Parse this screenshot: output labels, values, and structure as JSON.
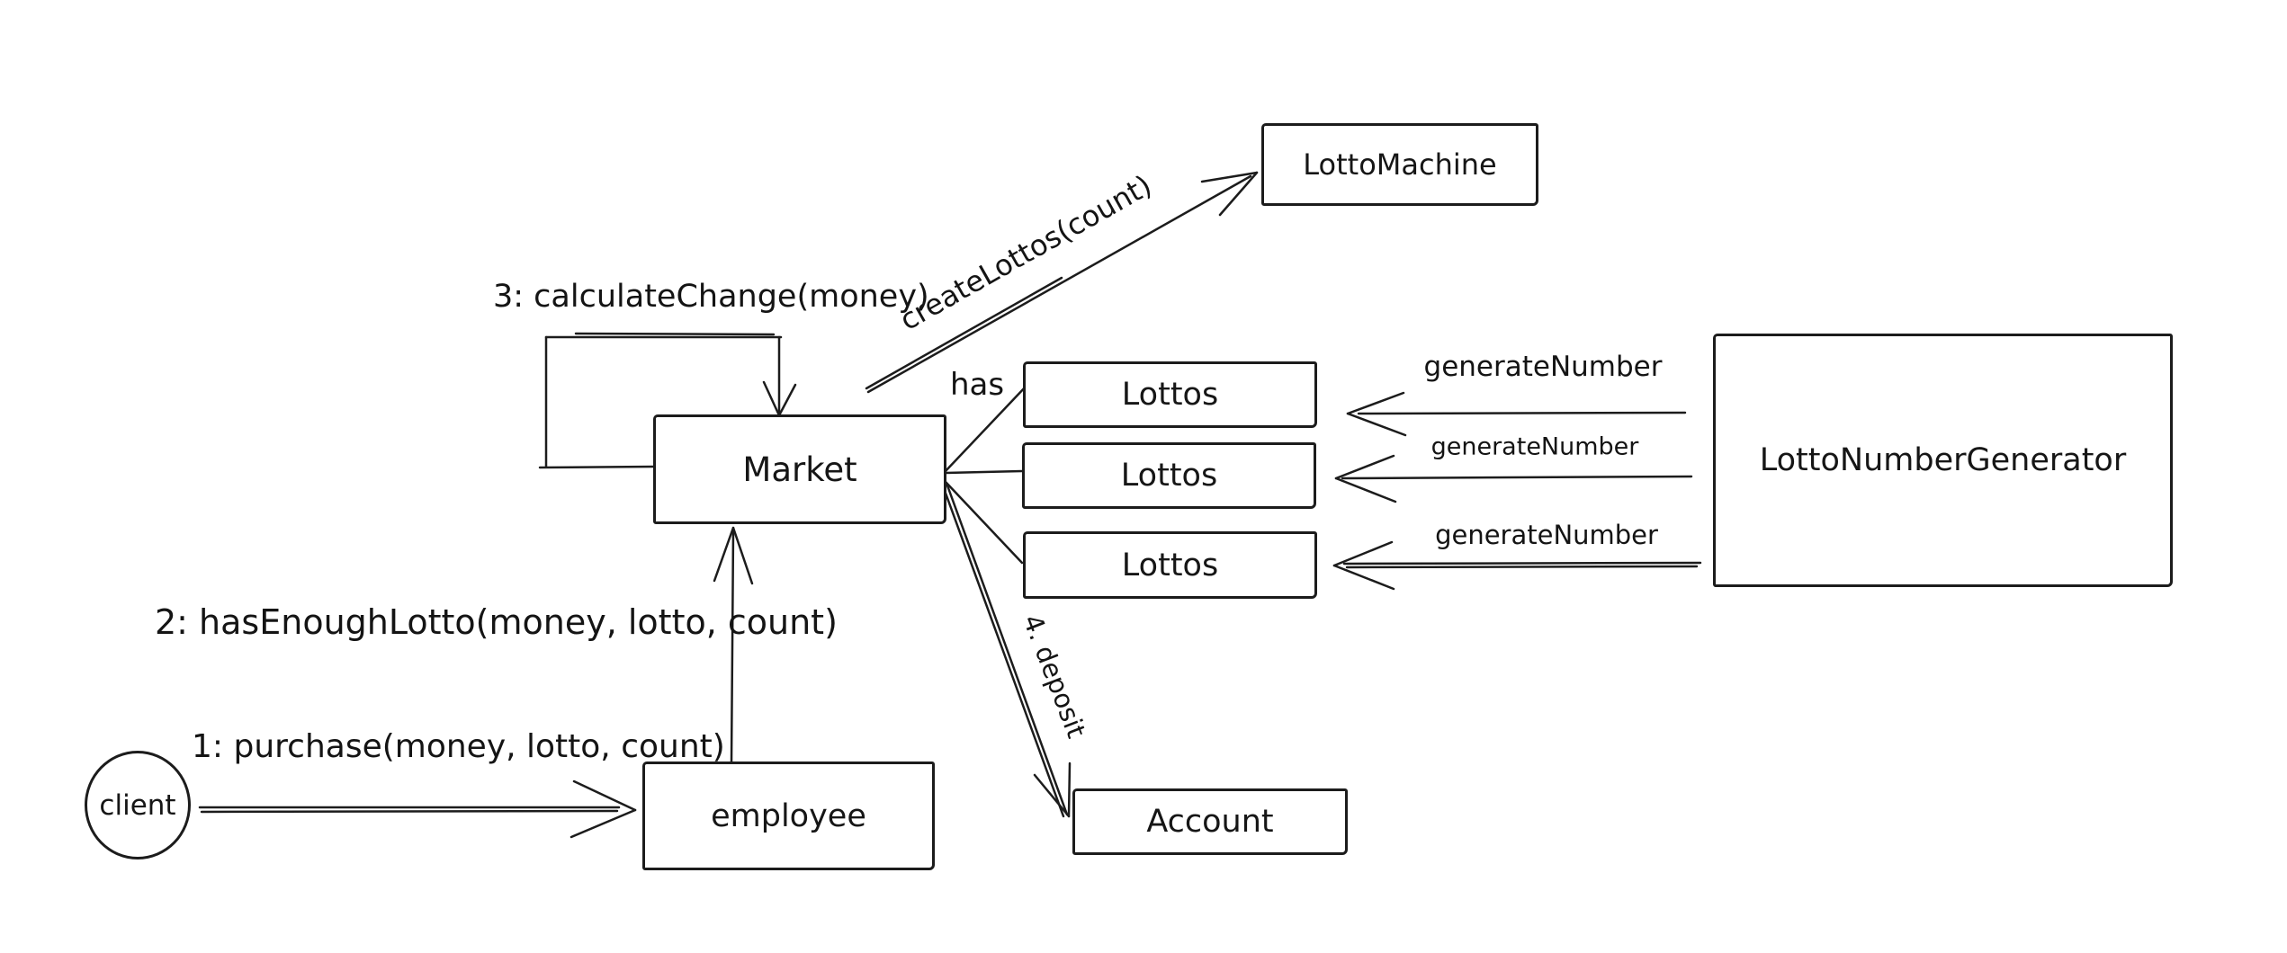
{
  "diagram": {
    "title": "lotto purchase communication diagram",
    "style": "hand-drawn sketch, black ink on white",
    "colors": {
      "background": "#ffffff",
      "stroke": "#1c1c1c",
      "text": "#141414"
    },
    "nodes": [
      {
        "id": "client",
        "shape": "ellipse",
        "label": "client"
      },
      {
        "id": "employee",
        "shape": "rect",
        "label": "employee"
      },
      {
        "id": "market",
        "shape": "rect",
        "label": "Market"
      },
      {
        "id": "lotto-machine",
        "shape": "rect",
        "label": "LottoMachine"
      },
      {
        "id": "lottos-1",
        "shape": "rect",
        "label": "Lottos"
      },
      {
        "id": "lottos-2",
        "shape": "rect",
        "label": "Lottos"
      },
      {
        "id": "lottos-3",
        "shape": "rect",
        "label": "Lottos"
      },
      {
        "id": "lotto-number-generator",
        "shape": "rect",
        "label": "LottoNumberGenerator"
      },
      {
        "id": "account",
        "shape": "rect",
        "label": "Account"
      }
    ],
    "edges": [
      {
        "from": "client",
        "to": "employee",
        "label": "1: purchase(money, lotto, count)",
        "arrow": "open"
      },
      {
        "from": "employee",
        "to": "market",
        "label": "2: hasEnoughLotto(money, lotto, count)",
        "arrow": "open"
      },
      {
        "from": "market",
        "to": "market",
        "label": "3: calculateChange(money)",
        "arrow": "open",
        "kind": "self-loop"
      },
      {
        "from": "market",
        "to": "lotto-machine",
        "label": "createLottos(count)",
        "arrow": "open"
      },
      {
        "from": "market",
        "to": "lottos-1",
        "label": "has",
        "arrow": "none"
      },
      {
        "from": "lotto-number-generator",
        "to": "lottos-1",
        "label": "generateNumber",
        "arrow": "open"
      },
      {
        "from": "lotto-number-generator",
        "to": "lottos-2",
        "label": "generateNumber",
        "arrow": "open"
      },
      {
        "from": "lotto-number-generator",
        "to": "lottos-3",
        "label": "generateNumber",
        "arrow": "open"
      },
      {
        "from": "market",
        "to": "account",
        "label": "4. deposit",
        "arrow": "open"
      }
    ]
  }
}
